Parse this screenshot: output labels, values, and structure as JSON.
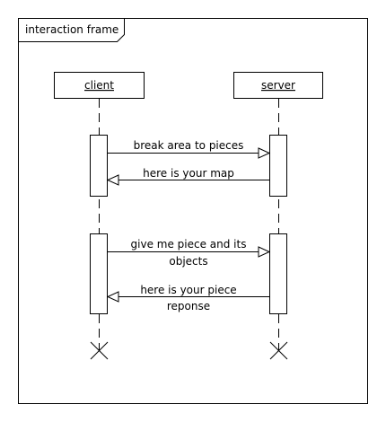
{
  "frame": {
    "label": "interaction frame"
  },
  "lifelines": [
    {
      "name": "client"
    },
    {
      "name": "server"
    }
  ],
  "messages": [
    {
      "kind": "sync",
      "from": "client",
      "to": "server",
      "lines": [
        "break area to pieces"
      ]
    },
    {
      "kind": "reply",
      "from": "server",
      "to": "client",
      "lines": [
        "here is your map"
      ]
    },
    {
      "kind": "sync",
      "from": "client",
      "to": "server",
      "lines": [
        "give me piece and its",
        "objects"
      ]
    },
    {
      "kind": "reply",
      "from": "server",
      "to": "client",
      "lines": [
        "here is your piece",
        "reponse"
      ]
    }
  ],
  "colors": {
    "stroke": "#000000",
    "background": "#ffffff",
    "text": "#000000"
  }
}
